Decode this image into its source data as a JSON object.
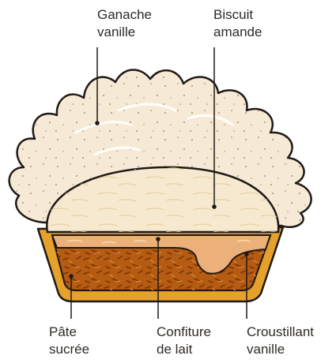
{
  "labels": {
    "ganache": {
      "line1": "Ganache",
      "line2": "vanille"
    },
    "biscuit": {
      "line1": "Biscuit",
      "line2": "amande"
    },
    "pate": {
      "line1": "Pâte",
      "line2": "sucrée"
    },
    "confiture": {
      "line1": "Confiture",
      "line2": "de lait"
    },
    "croustillant": {
      "line1": "Croustillant",
      "line2": "vanille"
    }
  },
  "colors": {
    "outline": "#1f1a17",
    "ganache": "#f6ead6",
    "biscuit": "#f7e9cf",
    "tart_shell": "#e5a12b",
    "confiture": "#ecb07a",
    "croustillant": "#b55b12"
  }
}
